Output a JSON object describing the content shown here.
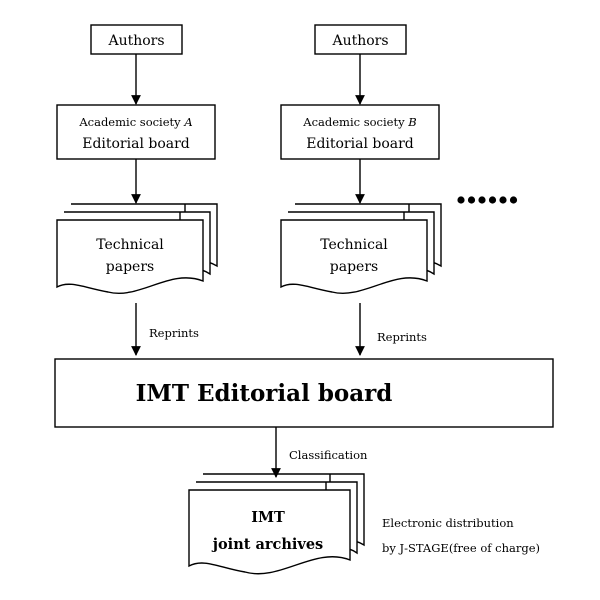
{
  "left_column": {
    "authors": "Authors",
    "society_line1": "Academic society",
    "society_letter": "A",
    "society_line2": "Editorial board",
    "papers_line1": "Technical",
    "papers_line2": "papers",
    "reprints": "Reprints"
  },
  "right_column": {
    "authors": "Authors",
    "society_line1": "Academic society",
    "society_letter": "B",
    "society_line2": "Editorial board",
    "papers_line1": "Technical",
    "papers_line2": "papers",
    "reprints": "Reprints"
  },
  "ellipsis_count": 6,
  "central_board": "IMT Editorial board",
  "classification": "Classification",
  "archives": {
    "line1": "IMT",
    "line2": "joint archives"
  },
  "distribution": {
    "line1": "Electronic distribution",
    "line2": "by J-STAGE(free of charge)"
  }
}
